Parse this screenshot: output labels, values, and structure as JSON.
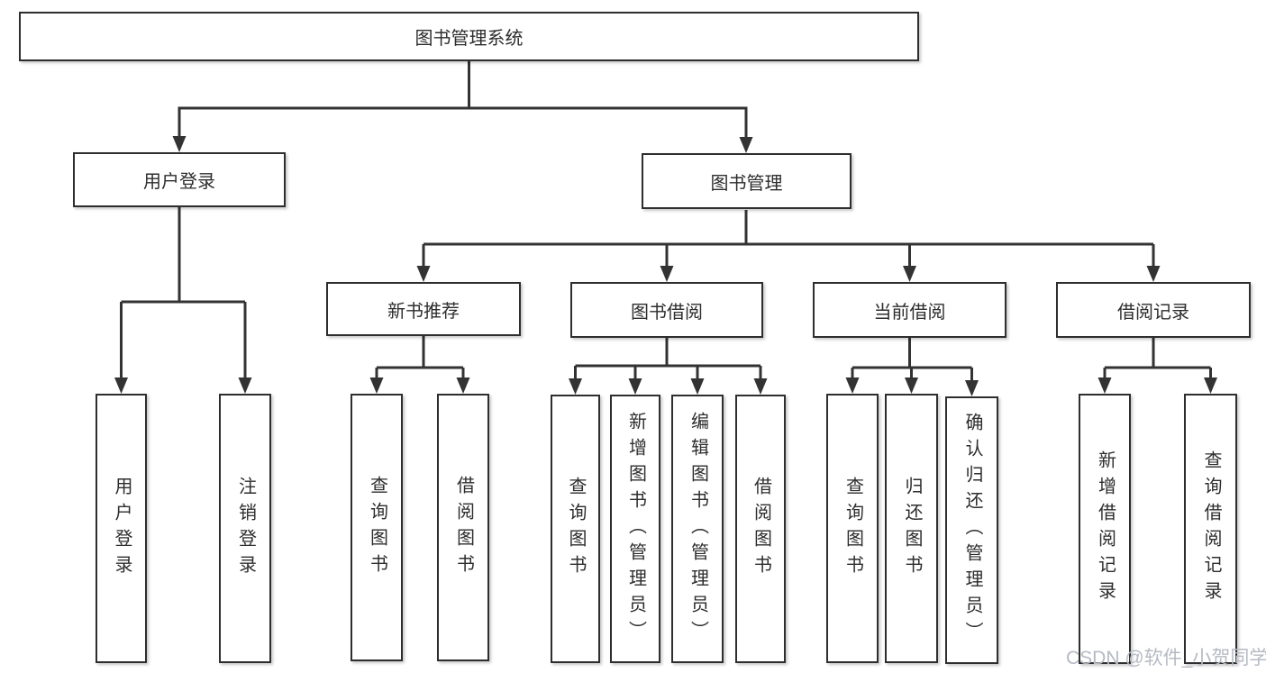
{
  "diagram": {
    "type": "hierarchy-diagram",
    "title": "图书管理系统"
  },
  "colors": {
    "background": "#ffffff",
    "box_fill": "#ffffff",
    "box_border": "#2e2e2e",
    "line": "#333333",
    "text": "#2d2d2d",
    "watermark": "#b6bac3"
  },
  "nodes": {
    "root": {
      "label": "图书管理系统"
    },
    "user_login": {
      "label": "用户登录"
    },
    "book_mgmt": {
      "label": "图书管理"
    },
    "new_book_rec": {
      "label": "新书推荐"
    },
    "book_borrow": {
      "label": "图书借阅"
    },
    "current_borrow": {
      "label": "当前借阅"
    },
    "borrow_records": {
      "label": "借阅记录"
    },
    "leaf_login": {
      "label": "用户登录"
    },
    "leaf_logout": {
      "label": "注销登录"
    },
    "leaf_nbr_query": {
      "label": "查询图书"
    },
    "leaf_nbr_borrow": {
      "label": "借阅图书"
    },
    "leaf_bb_query": {
      "label": "查询图书"
    },
    "leaf_bb_add": {
      "label": "新增图书（管理员）"
    },
    "leaf_bb_edit": {
      "label": "编辑图书（管理员）"
    },
    "leaf_bb_borrow": {
      "label": "借阅图书"
    },
    "leaf_cb_query": {
      "label": "查询图书"
    },
    "leaf_cb_return": {
      "label": "归还图书"
    },
    "leaf_cb_confirm": {
      "label": "确认归还（管理员）"
    },
    "leaf_br_add": {
      "label": "新增借阅记录"
    },
    "leaf_br_query": {
      "label": "查询借阅记录"
    }
  },
  "watermark": {
    "text": "CSDN @软件_小贺同学"
  }
}
